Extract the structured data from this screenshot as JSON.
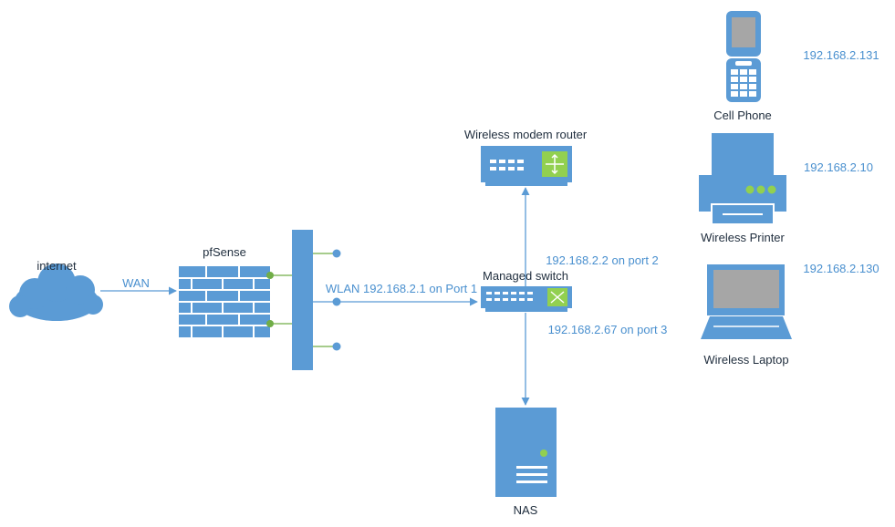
{
  "colors": {
    "device": "#5b9bd5",
    "accent_green": "#92d050",
    "connector_green": "#70ad47",
    "ip_text": "#4a90cf",
    "label_text": "#1f2d3d"
  },
  "nodes": {
    "internet": {
      "label": "internet",
      "icon": "cloud-icon"
    },
    "pfsense": {
      "label": "pfSense",
      "icon": "firewall-icon"
    },
    "router": {
      "label": "Wireless modem router",
      "icon": "router-icon"
    },
    "switch": {
      "label": "Managed switch",
      "icon": "switch-icon"
    },
    "nas": {
      "label": "NAS",
      "icon": "server-icon"
    },
    "phone": {
      "label": "Cell Phone",
      "icon": "cell-phone-icon",
      "ip": "192.168.2.131"
    },
    "printer": {
      "label": "Wireless Printer",
      "icon": "printer-icon",
      "ip": "192.168.2.10"
    },
    "laptop": {
      "label": "Wireless Laptop",
      "icon": "laptop-icon",
      "ip": "192.168.2.130"
    }
  },
  "links": {
    "wan": "WAN",
    "wlan": "WLAN 192.168.2.1 on Port 1",
    "router_port": "192.168.2.2 on port 2",
    "nas_port": "192.168.2.67 on port 3"
  }
}
